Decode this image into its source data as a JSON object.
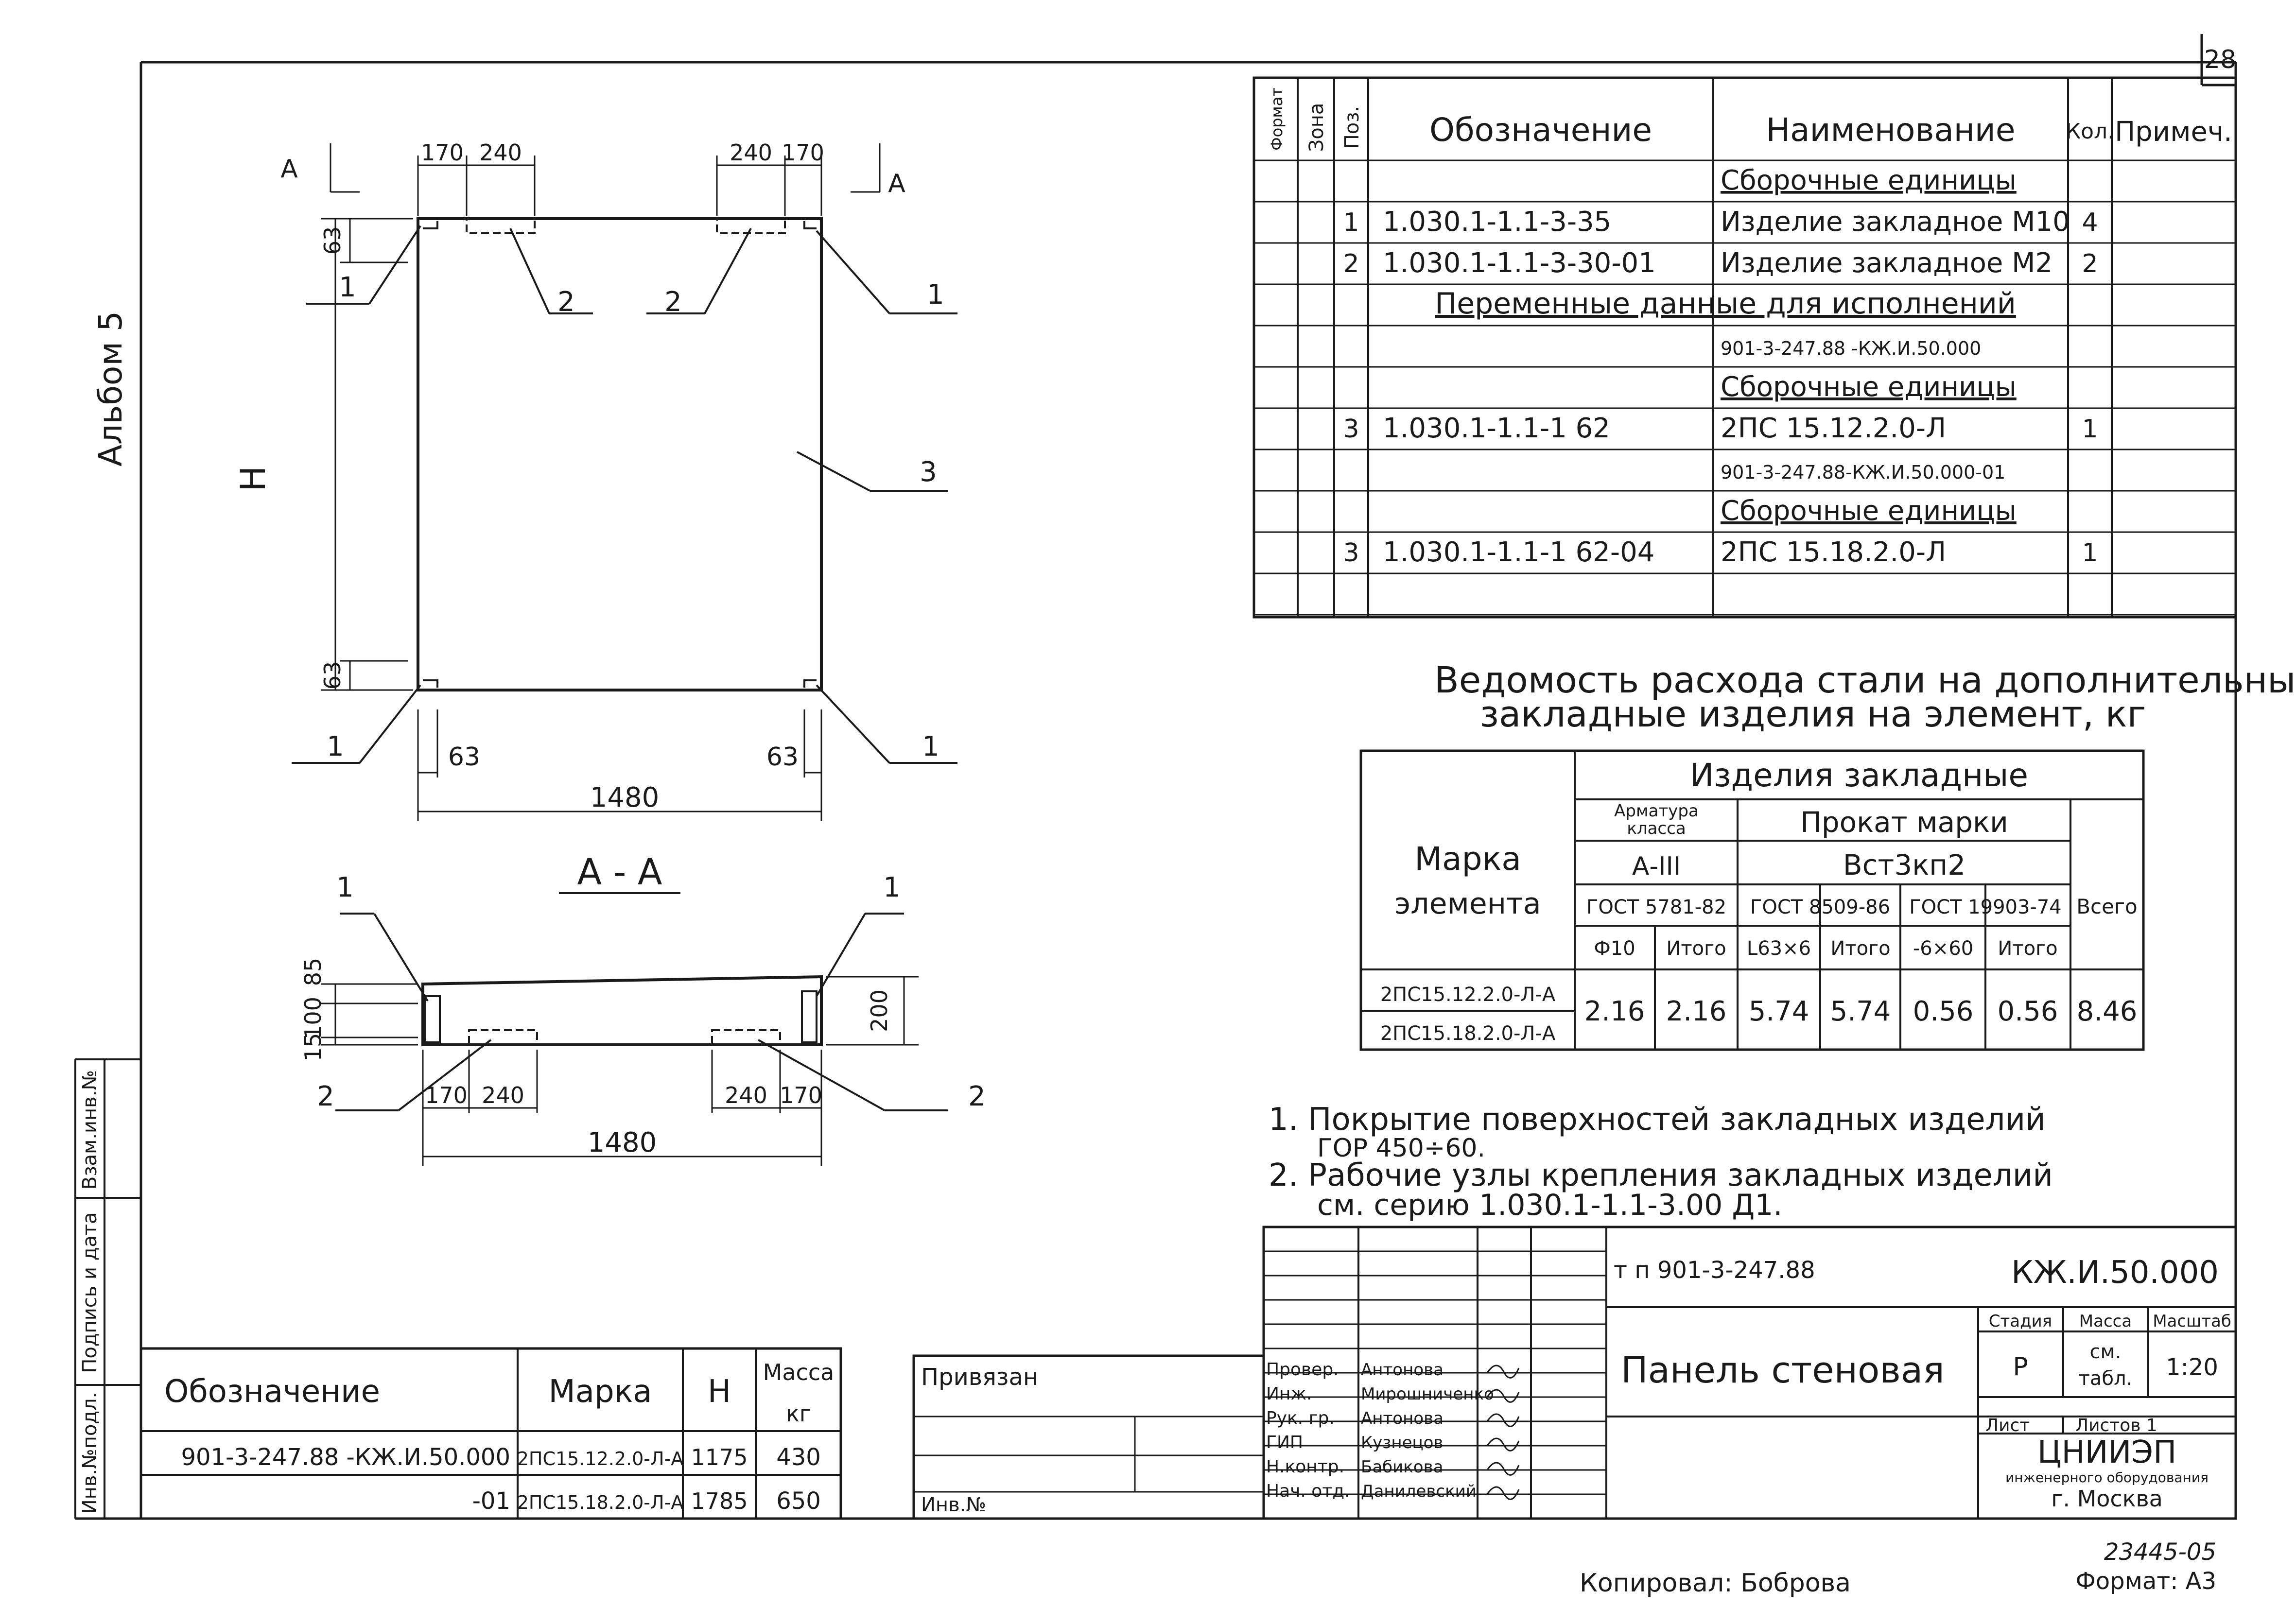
{
  "sheet": {
    "page_number": "28",
    "album": "Альбом 5",
    "doc_id": "23445-05",
    "format": "Формат: А3",
    "copied_by": "Копировал: Боброва"
  },
  "spec": {
    "headers": [
      "Формат",
      "Зона",
      "Поз.",
      "Обозначение",
      "Наименование",
      "Кол.",
      "Примеч."
    ],
    "rows": [
      {
        "pos": "",
        "designation": "",
        "name": "Сборочные единицы",
        "qty": "",
        "kind": "title"
      },
      {
        "pos": "1",
        "designation": "1.030.1-1.1-3-35",
        "name": "Изделие закладное М10",
        "qty": "4",
        "kind": "item"
      },
      {
        "pos": "2",
        "designation": "1.030.1-1.1-3-30-01",
        "name": "Изделие закладное М2",
        "qty": "2",
        "kind": "item"
      },
      {
        "pos": "",
        "designation": "",
        "name": "Переменные данные для исполнений",
        "qty": "",
        "kind": "span"
      },
      {
        "pos": "",
        "designation": "",
        "name": "901-3-247.88 -КЖ.И.50.000",
        "qty": "",
        "kind": "small"
      },
      {
        "pos": "",
        "designation": "",
        "name": "Сборочные единицы",
        "qty": "",
        "kind": "title"
      },
      {
        "pos": "3",
        "designation": "1.030.1-1.1-1 62",
        "name": "2ПС 15.12.2.0-Л",
        "qty": "1",
        "kind": "item"
      },
      {
        "pos": "",
        "designation": "",
        "name": "901-3-247.88-КЖ.И.50.000-01",
        "qty": "",
        "kind": "small"
      },
      {
        "pos": "",
        "designation": "",
        "name": "Сборочные единицы",
        "qty": "",
        "kind": "title"
      },
      {
        "pos": "3",
        "designation": "1.030.1-1.1-1 62-04",
        "name": "2ПС 15.18.2.0-Л",
        "qty": "1",
        "kind": "item"
      },
      {
        "pos": "",
        "designation": "",
        "name": "",
        "qty": "",
        "kind": "empty"
      }
    ]
  },
  "steel": {
    "title_line1": "Ведомость расхода стали на дополнительные",
    "title_line2": "закладные изделия на элемент, кг",
    "mark_label_1": "Марка",
    "mark_label_2": "элемента",
    "group_title": "Изделия закладные",
    "rebar_class_1": "Арматура",
    "rebar_class_2": "класса",
    "rebar_class_value": "А-III",
    "rolled_title": "Прокат марки",
    "rolled_value": "Вст3кп2",
    "total_label": "Всего",
    "gost": [
      "ГОСТ 5781-82",
      "ГОСТ 8509-86",
      "ГОСТ 19903-74"
    ],
    "subheads": [
      "Ф10",
      "Итого",
      "L63×6",
      "Итого",
      "-6×60",
      "Итого"
    ],
    "marks": [
      "2ПС15.12.2.0-Л-А",
      "2ПС15.18.2.0-Л-А"
    ],
    "values": [
      "2.16",
      "2.16",
      "5.74",
      "5.74",
      "0.56",
      "0.56",
      "8.46"
    ]
  },
  "notes": [
    "1. Покрытие поверхностей закладных изделий",
    "ГОР 450÷60.",
    "2. Рабочие узлы крепления закладных изделий",
    "см. серию 1.030.1-1.1-3.00 Д1."
  ],
  "drawing": {
    "section_mark": "А",
    "section_title": "А - А",
    "height_label": "Н",
    "dims_top": [
      "170",
      "240",
      "240",
      "170"
    ],
    "dim_63": "63",
    "width": "1480",
    "section_dims_left": [
      "15",
      "100",
      "85"
    ],
    "section_dim_right": "200",
    "section_dims_bottom": [
      "170",
      "240",
      "240",
      "170"
    ],
    "leaders": [
      "1",
      "2",
      "3"
    ]
  },
  "marks_table": {
    "headers": [
      "Обозначение",
      "Марка",
      "Н",
      "Масса",
      "кг"
    ],
    "rows": [
      {
        "designation": "901-3-247.88 -КЖ.И.50.000",
        "mark": "2ПС15.12.2.0-Л-А",
        "h": "1175",
        "mass": "430"
      },
      {
        "designation": "-01",
        "mark": "2ПС15.18.2.0-Л-А",
        "h": "1785",
        "mass": "650"
      }
    ]
  },
  "side_stamp": [
    "Инв.№подл.",
    "Подпись и дата",
    "Взам.инв.№"
  ],
  "title_block": {
    "project": "т п 901-3-247.88",
    "code": "КЖ.И.50.000",
    "title": "Панель стеновая",
    "stage_label": "Стадия",
    "mass_label": "Масса",
    "scale_label": "Масштаб",
    "stage": "Р",
    "mass_1": "см.",
    "mass_2": "табл.",
    "scale": "1:20",
    "sheet_label": "Лист",
    "sheets_label": "Листов 1",
    "org_1": "ЦНИИЭП",
    "org_2": "инженерного оборудования",
    "org_3": "г. Москва",
    "privyazan": "Привязан",
    "inv_no": "Инв.№",
    "roles": [
      "Провер.",
      "Инж.",
      "Рук. гр.",
      "ГИП",
      "Н.контр.",
      "Нач. отд."
    ],
    "names": [
      "Антонова",
      "Мирошниченко",
      "Антонова",
      "Кузнецов",
      "Бабикова",
      "Данилевский"
    ]
  }
}
